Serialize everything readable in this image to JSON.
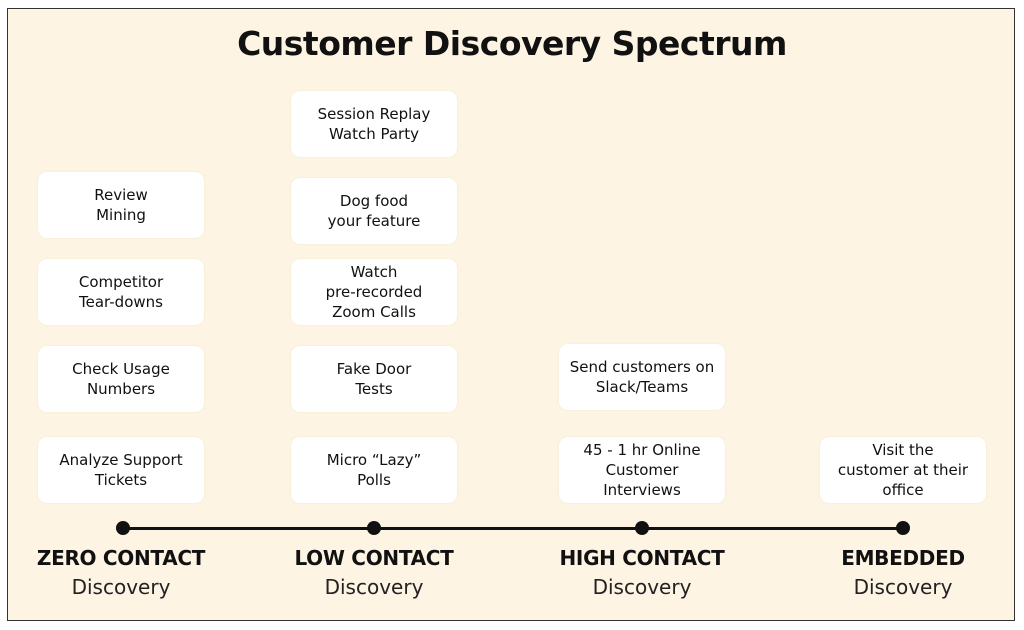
{
  "title": "Customer Discovery Spectrum",
  "stages": [
    {
      "label": "ZERO CONTACT",
      "sub": "Discovery"
    },
    {
      "label": "LOW CONTACT",
      "sub": "Discovery"
    },
    {
      "label": "HIGH CONTACT",
      "sub": "Discovery"
    },
    {
      "label": "EMBEDDED",
      "sub": "Discovery"
    }
  ],
  "cards": {
    "zero": [
      "Review\nMining",
      "Competitor\nTear-downs",
      "Check Usage\nNumbers",
      "Analyze Support\nTickets"
    ],
    "low": [
      "Session Replay\nWatch Party",
      "Dog food\nyour feature",
      "Watch\npre-recorded\nZoom Calls",
      "Fake Door\nTests",
      "Micro “Lazy”\nPolls"
    ],
    "high": [
      "Send customers on\nSlack/Teams",
      "45 - 1 hr Online\nCustomer\nInterviews"
    ],
    "embedded": [
      "Visit the\ncustomer at their\noffice"
    ]
  }
}
